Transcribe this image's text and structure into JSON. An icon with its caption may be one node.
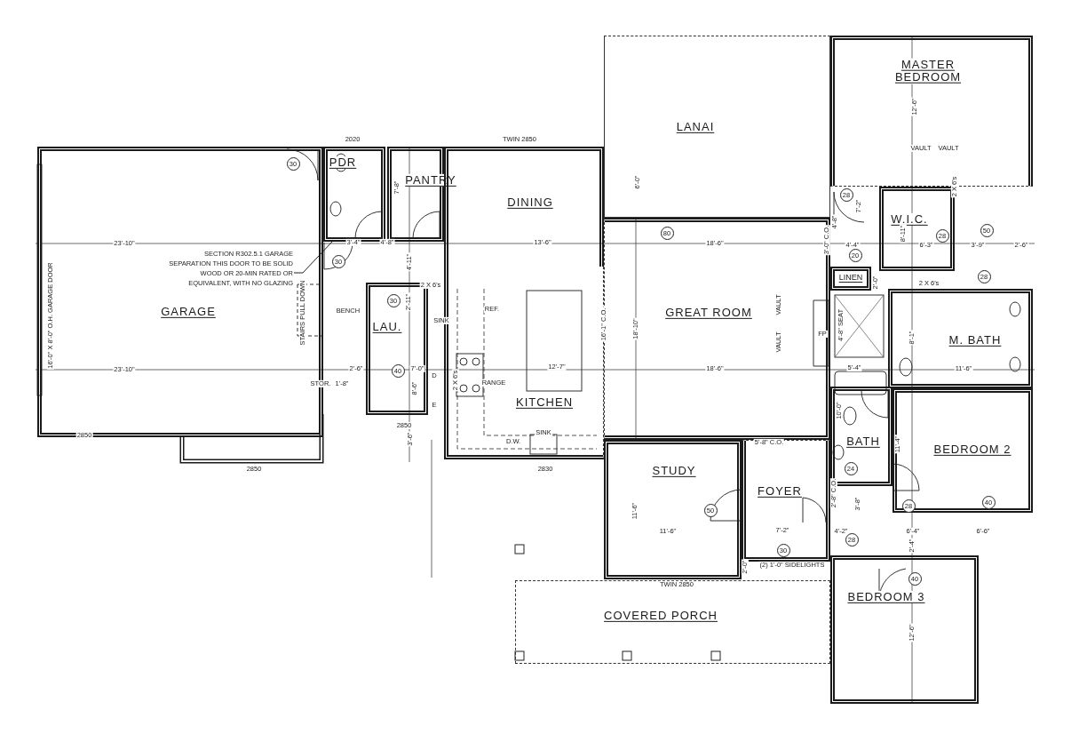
{
  "diagram": {
    "nodes": [
      {
        "text": [
          "LANAI"
        ]
      },
      {
        "text": [
          "MASTER BEDROOM"
        ]
      },
      {
        "text": [
          "GARAGE"
        ]
      },
      {
        "text": [
          "PDR"
        ]
      },
      {
        "text": [
          "PANTRY"
        ]
      },
      {
        "text": [
          "DINING"
        ]
      },
      {
        "text": [
          "W.I.C."
        ]
      },
      {
        "text": [
          "LINEN"
        ]
      },
      {
        "text": [
          "LAU."
        ]
      },
      {
        "text": [
          "GREAT ROOM"
        ]
      },
      {
        "text": [
          "M. BATH"
        ]
      },
      {
        "text": [
          "KITCHEN"
        ]
      },
      {
        "text": [
          "BATH"
        ]
      },
      {
        "text": [
          "BEDROOM 2"
        ]
      },
      {
        "text": [
          "STUDY"
        ]
      },
      {
        "text": [
          "FOYER"
        ]
      },
      {
        "text": [
          "BEDROOM 3"
        ]
      },
      {
        "text": [
          "COVERED PORCH"
        ]
      },
      {
        "text": [
          "SECTION R302.5.1 GARAGE SEPARATION THIS DOOR TO BE SOLID WOOD OR 20-MIN RATED OR EQUIVALENT, WITH NO GLAZING"
        ],
        "in": 2
      },
      {
        "text": [],
        "shape": "door"
      }
    ],
    "edges": [
      {
        "from": 18,
        "to": 19,
        "arrow": "none"
      }
    ],
    "labels": [
      "12'-6\"",
      "VAULT",
      "VAULT",
      "2020",
      "TWIN 2850",
      "30",
      "7'-8\"",
      "6'-0\"",
      "28",
      "7'-2\"",
      "2 X 6's",
      "8'-11\"",
      "4'-8\"",
      "80",
      "28",
      "50",
      "23'-10\"",
      "3'-4\"",
      "4'-8\"",
      "13'-6\"",
      "18'-6\"",
      "3'-0\" C.O.",
      "4'-4\"",
      "6'-3\"",
      "3'-9\"",
      "2'-6\"",
      "20",
      "30",
      "4'-11\"",
      "28",
      "2'-0\"",
      "2 X 6's",
      "2 X 6's",
      "30",
      "2'-11\"",
      "REF.",
      "BENCH",
      "STAIRS PULL DOWN",
      "SINK",
      "16'-1\" C.O.",
      "4'-8\" SEAT",
      "18'-10\"",
      "VAULT",
      "FP",
      "VAULT",
      "8'-1\"",
      "23'-10\"",
      "2'-6\"",
      "40",
      "7'-0\"",
      "12'-7\"",
      "18'-6\"",
      "5'-4\"",
      "11'-6\"",
      "STOR.",
      "1'-8\"",
      "D",
      "2 X 6's",
      "RANGE",
      "8'-6\"",
      "E",
      "10'-0\"",
      "2850",
      "SINK",
      "D.W.",
      "3'-6\"",
      "2850",
      "5'-8\" C.O.",
      "11'-4\"",
      "2850",
      "2830",
      "24",
      "2'-8\" C.O.",
      "3'-8\"",
      "28",
      "40",
      "11'-6\"",
      "50",
      "11'-6\"",
      "7'-2\"",
      "4'-2\"",
      "6'-4\"",
      "6'-6\"",
      "28",
      "2'-4\"",
      "30",
      "(2) 1'-0\" SIDELIGHTS",
      "2'-0\"",
      "TWIN 2850",
      "40",
      "12'-6\"",
      "16'-0\" X 8'-0\" O.H. GARAGE DOOR"
    ]
  }
}
